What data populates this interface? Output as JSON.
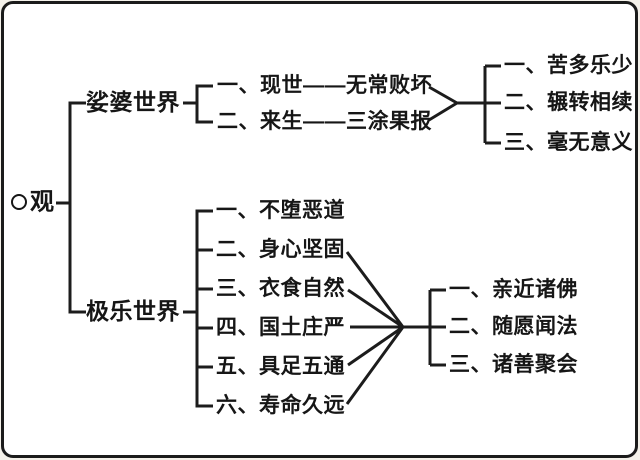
{
  "diagram": {
    "title_hint": "contemplation outline diagram",
    "root": {
      "label": "观",
      "marker": "circle-outline"
    },
    "branches": [
      {
        "label": "娑婆世界",
        "items": [
          "一、现世——无常败坏",
          "二、来生——三涂果报"
        ],
        "results": [
          "一、苦多乐少",
          "二、辗转相续",
          "三、毫无意义"
        ]
      },
      {
        "label": "极乐世界",
        "items": [
          "一、不堕恶道",
          "二、身心坚固",
          "三、衣食自然",
          "四、国土庄严",
          "五、具足五通",
          "六、寿命久远"
        ],
        "results": [
          "一、亲近诸佛",
          "二、随愿闻法",
          "三、诸善聚会"
        ]
      }
    ]
  },
  "colors": {
    "line": "#1c1c1c",
    "text": "#161616",
    "canvas": "#ffffff",
    "page_background": "#f4f1ea",
    "border": "#1b1b1b"
  }
}
